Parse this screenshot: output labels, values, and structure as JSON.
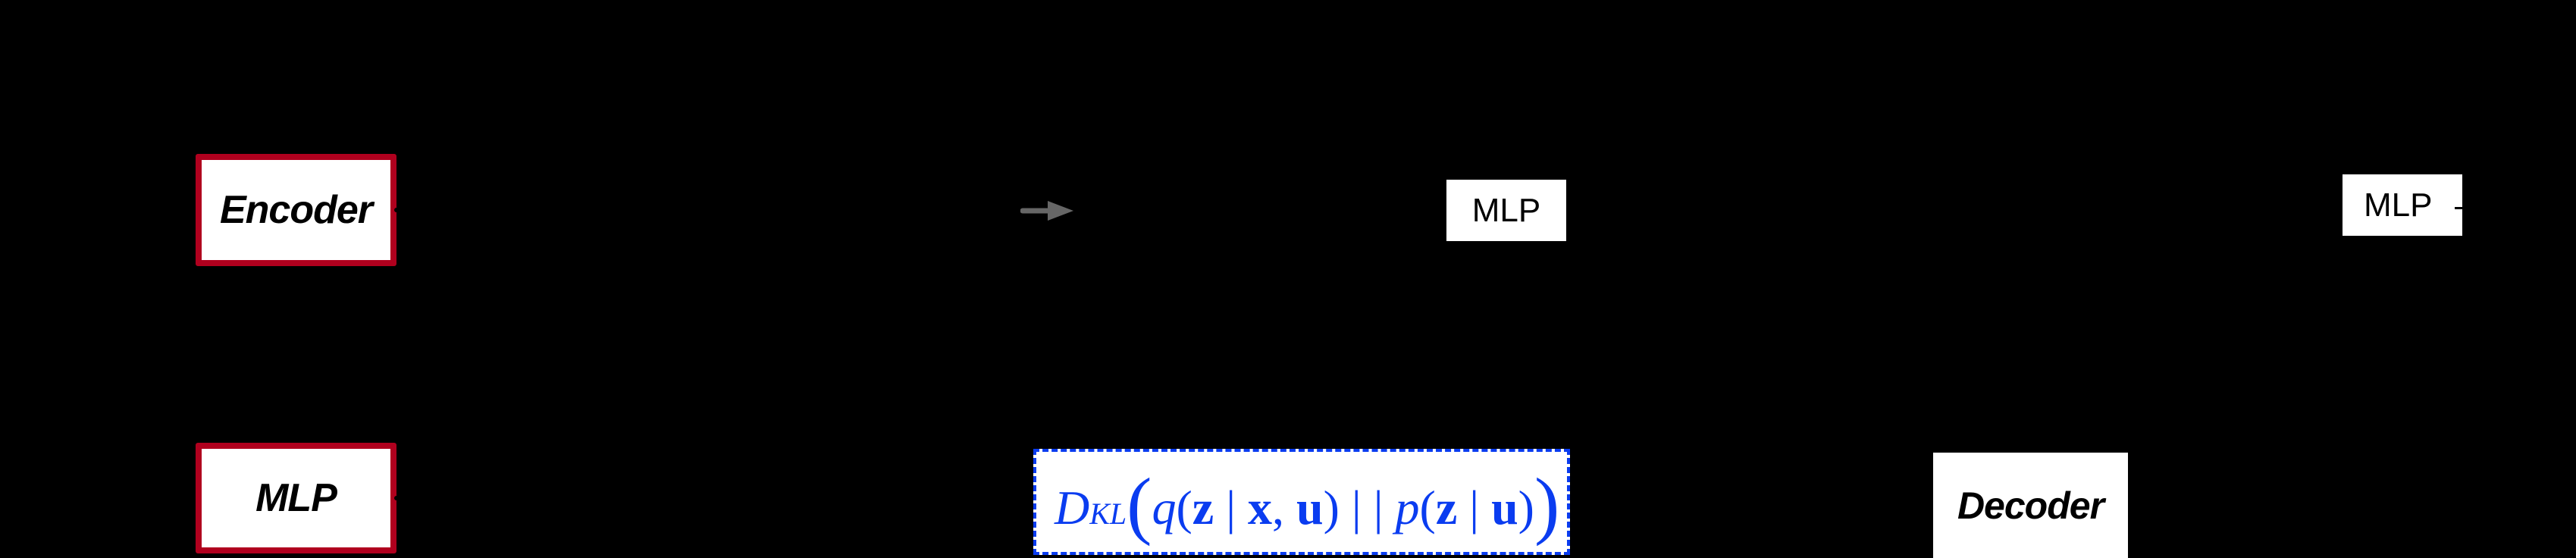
{
  "diagram": {
    "background": "#000000",
    "colors": {
      "red_border": "#B0001E",
      "kl_blue": "#0A3CF0",
      "arrow_gray": "#666666",
      "box_fill": "#FFFFFF"
    },
    "nodes": {
      "encoder": {
        "label": "Encoder",
        "style": "bold-italic, red border"
      },
      "mlp_red": {
        "label": "MLP",
        "style": "bold-italic, red border"
      },
      "mlp_white_1": {
        "label": "MLP",
        "style": "plain"
      },
      "mlp_white_2": {
        "label": "MLP",
        "style": "plain",
        "trailing": "-"
      },
      "decoder": {
        "label": "Decoder",
        "style": "bold-italic"
      }
    },
    "kl_term": {
      "D": "D",
      "sub": "KL",
      "open_big": "(",
      "q": "q",
      "open1": "(",
      "z1": "z",
      "bar1": " | ",
      "x": "x",
      "comma": ", ",
      "u1": "u",
      "close1": ")",
      "dbar": " | | ",
      "p": "p",
      "open2": "(",
      "z2": "z",
      "bar2": " | ",
      "u2": "u",
      "close2": ")",
      "close_big": ")",
      "full_text": "D_KL(q(z | x, u) || p(z | u))"
    },
    "arrows": [
      {
        "name": "gray-arrow",
        "direction": "right",
        "color": "#666666"
      }
    ]
  }
}
